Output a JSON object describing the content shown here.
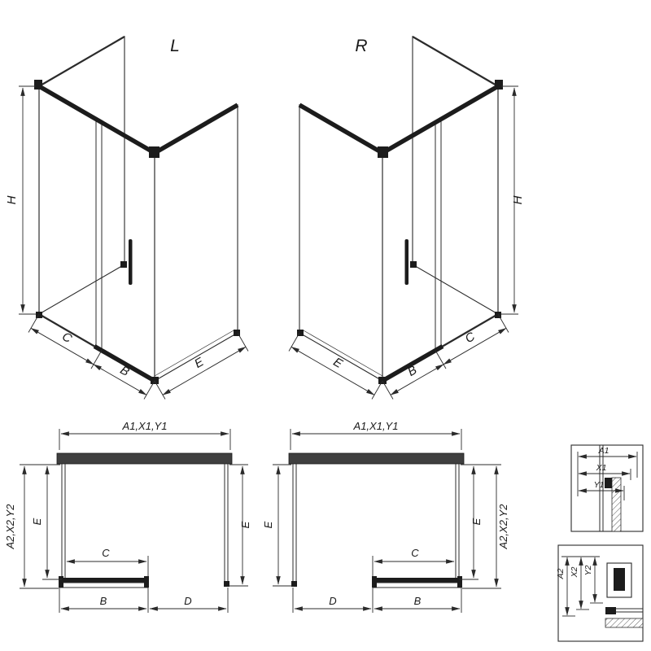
{
  "drawing": {
    "background": "#ffffff",
    "line_color": "#2b2b2b",
    "profile_color": "#1c1c1c",
    "wall_fill": "#3f3f3f",
    "ink": "#1a1a1a"
  },
  "iso_left": {
    "title": "L",
    "dims": {
      "height": "H",
      "front": "C",
      "door": "B",
      "side": "E"
    }
  },
  "iso_right": {
    "title": "R",
    "dims": {
      "height": "H",
      "front": "C",
      "door": "B",
      "side": "E"
    }
  },
  "plan_left": {
    "dims": {
      "top_width": "A1,X1,Y1",
      "depth": "A2,X2,Y2",
      "side_left": "E",
      "side_right": "E",
      "door_inner": "C",
      "bottom_left": "B",
      "bottom_right": "D"
    }
  },
  "plan_right": {
    "dims": {
      "top_width": "A1,X1,Y1",
      "depth": "A2,X2,Y2",
      "side_left": "E",
      "side_right": "E",
      "door_inner": "C",
      "bottom_left": "D",
      "bottom_right": "B"
    }
  },
  "detail_top": {
    "dims": [
      "A1",
      "X1",
      "Y1"
    ]
  },
  "detail_bottom": {
    "dims": [
      "A2",
      "X2",
      "Y2"
    ]
  }
}
